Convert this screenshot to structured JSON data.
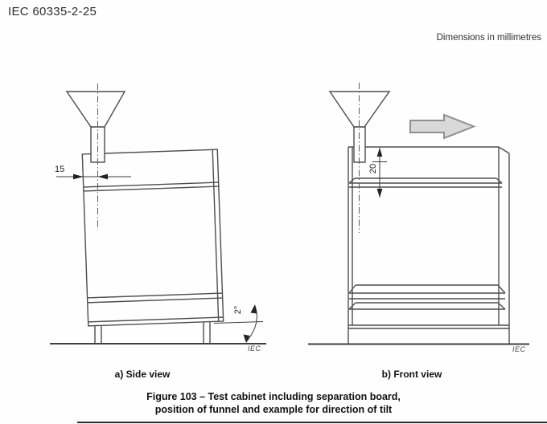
{
  "page": {
    "standard_ref": "IEC 60335-2-25",
    "units_note": "Dimensions in millimetres"
  },
  "side_view": {
    "caption": "a) Side view",
    "funnel_offset_mm": "15",
    "tilt_angle": "2°",
    "source_tag": "IEC"
  },
  "front_view": {
    "caption": "b) Front view",
    "funnel_to_board_mm": "20",
    "source_tag": "IEC",
    "tilt_direction_icon": "right-arrow"
  },
  "figure_caption": {
    "line1": "Figure 103 – Test cabinet including separation board,",
    "line2": "position of funnel and example for direction of tilt"
  },
  "colors": {
    "line": "#4d4d4d",
    "tilt_arrow_fill": "#d9d9d9",
    "tilt_arrow_stroke": "#8f8f8f"
  }
}
